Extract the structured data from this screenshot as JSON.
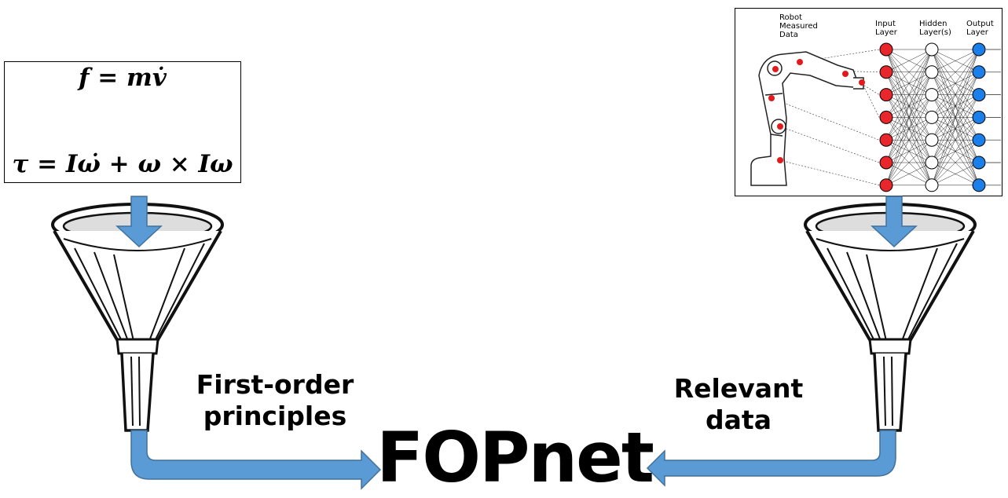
{
  "equations": {
    "force": "f = mv̇",
    "torque": "τ = Iω̇ + ω × Iω"
  },
  "network_panel": {
    "robot_label": "Robot\nMeasured\nData",
    "input_label": "Input\nLayer",
    "hidden_label": "Hidden\nLayer(s)",
    "output_label": "Output\nLayer"
  },
  "labels": {
    "left_line1": "First-order",
    "left_line2": "principles",
    "right_line1": "Relevant",
    "right_line2": "data"
  },
  "title": "FOPnet",
  "colors": {
    "arrow": "#5b9bd5",
    "arrow_edge": "#41719c",
    "input_node": "#e8262b",
    "output_node": "#1a7fe8",
    "robot_marker": "#e31a1c"
  },
  "icons": [
    "funnel-icon",
    "robot-arm-icon",
    "neural-network-diagram"
  ]
}
